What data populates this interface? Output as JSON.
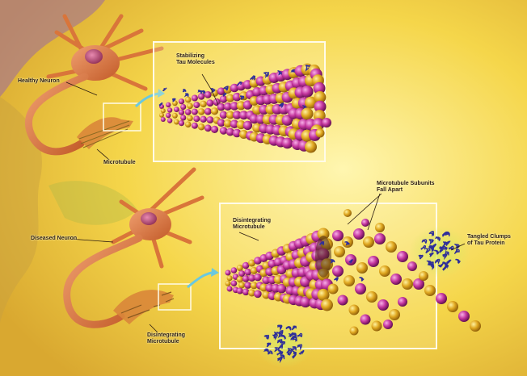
{
  "labels": {
    "healthy_neuron": "Healthy Neuron",
    "stabilizing_tau": [
      "Stabilizing",
      "Tau Molecules"
    ],
    "microtubule": "Microtubule",
    "diseased_neuron": "Diseased Neuron",
    "disintegrating_upper": [
      "Disintegrating",
      "Microtubule"
    ],
    "microtubule_subunits": [
      "Microtubule Subunits",
      "Fall Apart"
    ],
    "tangled_clumps": [
      "Tangled Clumps",
      "of Tau Protein"
    ],
    "disintegrating_lower": [
      "Disintegrating",
      "Microtubule"
    ]
  },
  "colors": {
    "background": "#f3d84a",
    "neuron": "#d9753a",
    "nucleus": "#b83e6a",
    "subunit_gold": "#e0a820",
    "subunit_magenta": "#c4369e",
    "tau": "#3a3aa8",
    "frame": "#fffbe8"
  }
}
